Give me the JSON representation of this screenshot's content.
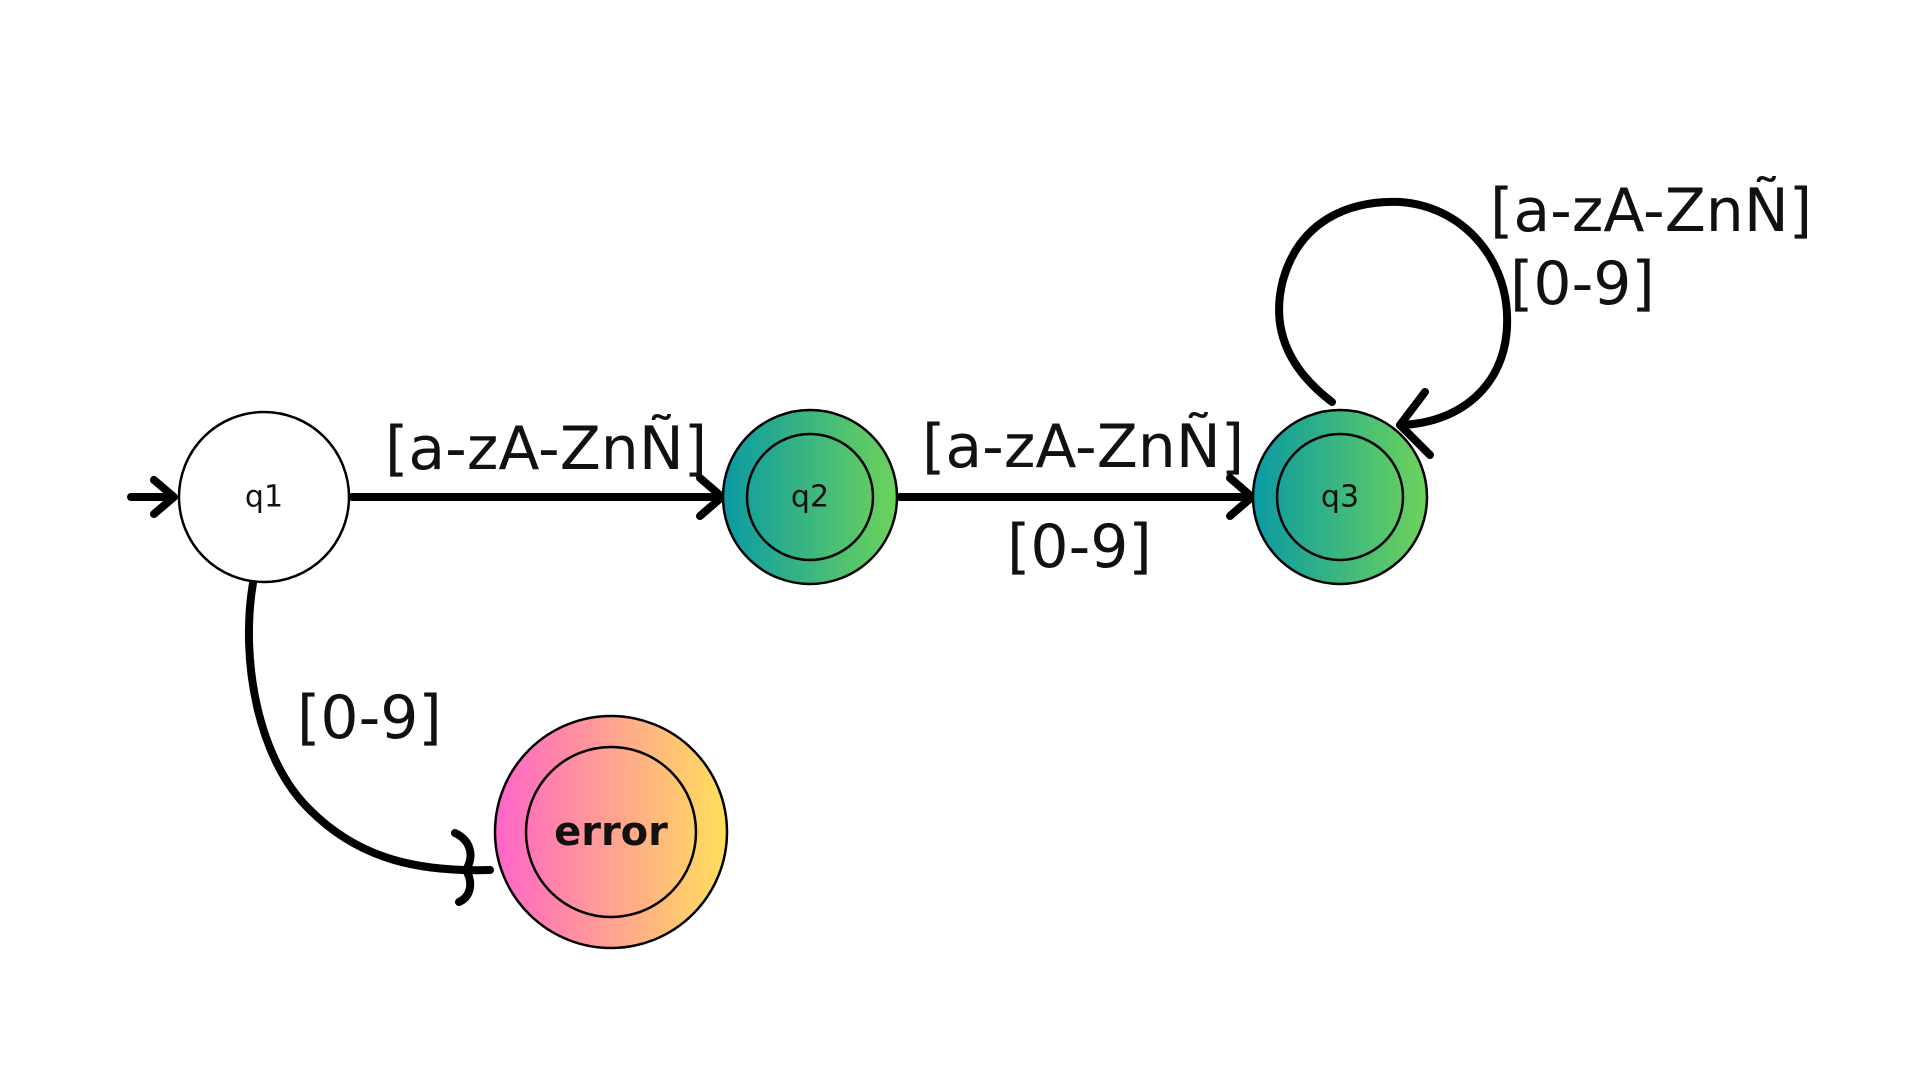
{
  "states": {
    "q1": {
      "label": "q1",
      "accepting": false,
      "initial": true
    },
    "q2": {
      "label": "q2",
      "accepting": true
    },
    "q3": {
      "label": "q3",
      "accepting": true
    },
    "error": {
      "label": "error",
      "accepting": true
    }
  },
  "transitions": {
    "q1_to_q2": {
      "from": "q1",
      "to": "q2",
      "label": "[a-zA-ZnÑ]"
    },
    "q2_to_q3": {
      "from": "q2",
      "to": "q3",
      "label_top": "[a-zA-ZnÑ]",
      "label_bottom": "[0-9]"
    },
    "q3_loop": {
      "from": "q3",
      "to": "q3",
      "label_top": "[a-zA-ZnÑ]",
      "label_bottom": "[0-9]"
    },
    "q1_to_error": {
      "from": "q1",
      "to": "error",
      "label": "[0-9]"
    }
  },
  "colors": {
    "accept_gradient_start": "#0a9aa4",
    "accept_gradient_end": "#6ed35a",
    "error_gradient_start": "#ff64c8",
    "error_gradient_end": "#ffdf5a",
    "q1_fill": "#ffffff"
  }
}
